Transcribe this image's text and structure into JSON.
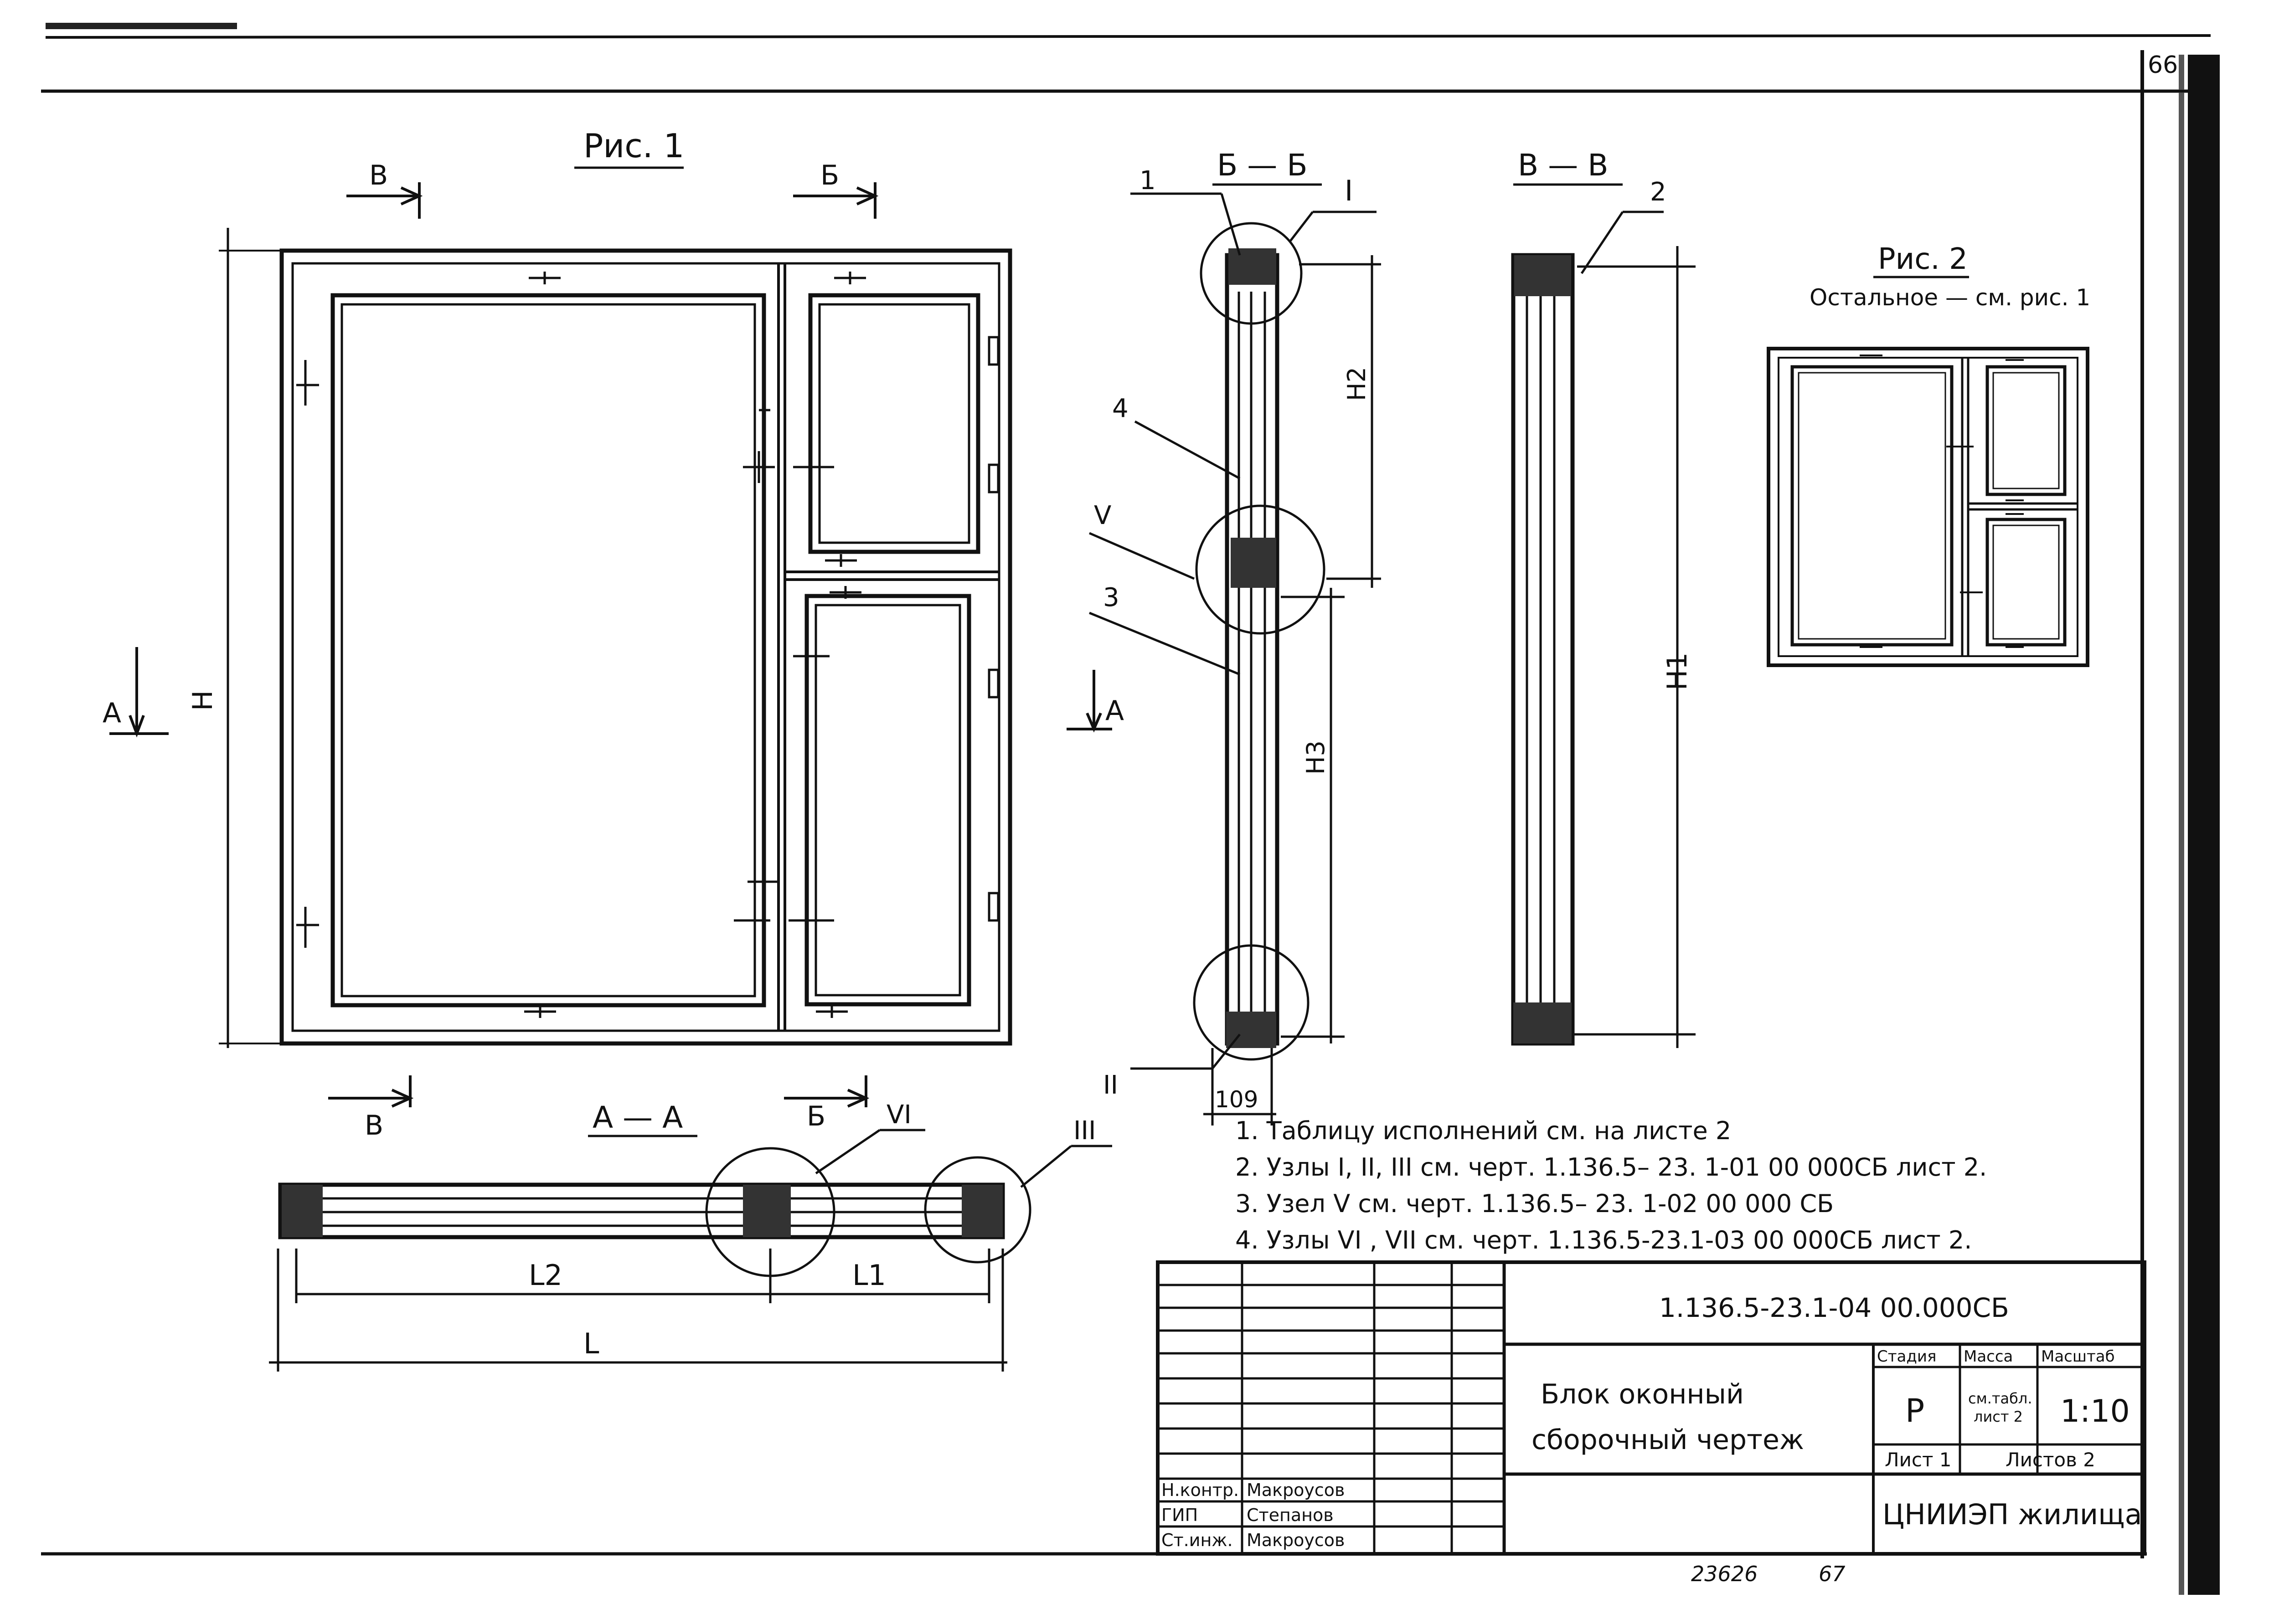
{
  "sheet_corner_number": "66",
  "fig1": {
    "title": "Рис. 1",
    "cut_labels": {
      "top_left": "В",
      "top_right": "Б",
      "bottom_left": "В",
      "bottom_right": "Б",
      "side_left": "А",
      "side_right": "А"
    },
    "dim_overall_height": "Н"
  },
  "section_bb": {
    "title": "Б — Б",
    "node_top": "I",
    "node_mid": "V",
    "node_bottom": "II",
    "pos_1": "1",
    "pos_4": "4",
    "pos_3": "3",
    "dim_h2": "Н2",
    "dim_h3": "Н3",
    "dim_width": "109"
  },
  "section_vv": {
    "title": "В — В",
    "pos_2": "2",
    "dim_h1": "Н1"
  },
  "fig2": {
    "title": "Рис. 2",
    "note": "Остальное — см. рис. 1"
  },
  "section_aa": {
    "title": "А — А",
    "node_mid": "VI",
    "node_right": "III",
    "dim_l2": "L2",
    "dim_l1": "L1",
    "dim_l": "L"
  },
  "notes": [
    "1. Таблицу исполнений см. на листе 2",
    "2. Узлы I, II, III  см. черт. 1.136.5– 23. 1-01 00 000СБ лист 2.",
    "3. Узел V  см. черт. 1.136.5– 23. 1-02 00 000 СБ",
    "4. Узлы VI , VII  см. черт. 1.136.5-23.1-03 00 000СБ лист 2."
  ],
  "title_block": {
    "doc_code": "1.136.5-23.1-04 00.000СБ",
    "name_line1": "Блок оконный",
    "name_line2": "сборочный чертеж",
    "hdr_stage": "Стадия",
    "hdr_mass": "Масса",
    "hdr_scale": "Масштаб",
    "stage": "Р",
    "mass_line1": "см.табл.",
    "mass_line2": "лист 2",
    "scale": "1:10",
    "sheet_label": "Лист 1",
    "sheets_label": "Листов 2",
    "org": "ЦНИИЭП жилища",
    "roles": [
      {
        "role": "Н.контр.",
        "name": "Макроусов"
      },
      {
        "role": "ГИП",
        "name": "Степанов"
      },
      {
        "role": "Ст.инж.",
        "name": "Макроусов"
      }
    ]
  },
  "footer_left": "23626",
  "footer_right": "67"
}
